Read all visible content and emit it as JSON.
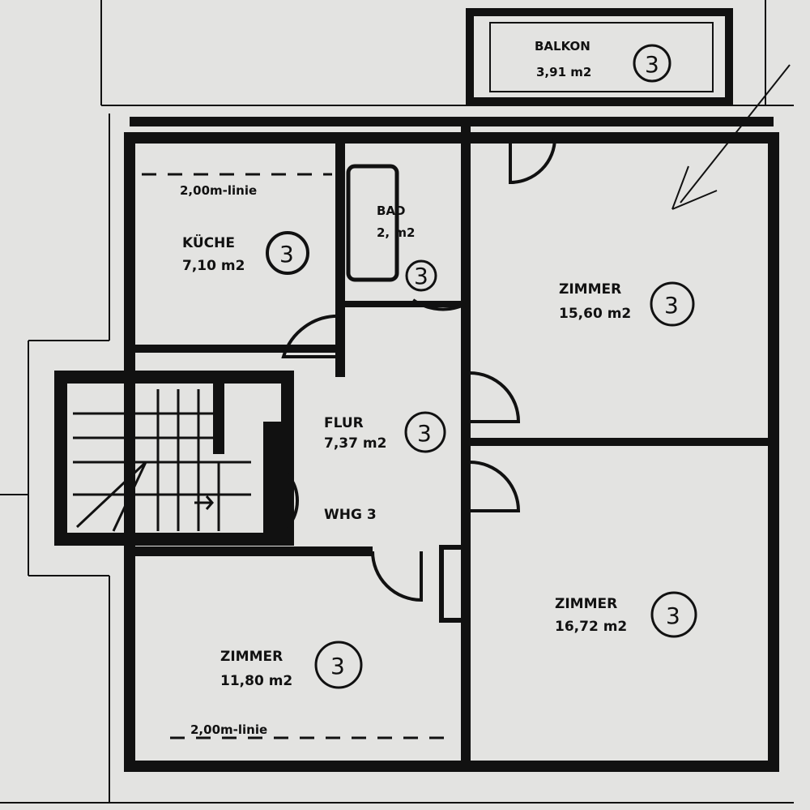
{
  "rooms": {
    "balkon": {
      "name": "BALKON",
      "area": "3,91 m2",
      "unit_mark": "3"
    },
    "kueche": {
      "name": "KÜCHE",
      "area": "7,10 m2",
      "unit_mark": "3",
      "note": "2,00m-linie"
    },
    "bad": {
      "name": "BAD",
      "area": "2,  m2",
      "unit_mark": "3"
    },
    "zimmer_ne": {
      "name": "ZIMMER",
      "area": "15,60 m2",
      "unit_mark": "3"
    },
    "flur": {
      "name": "FLUR",
      "area": "7,37 m2",
      "unit_mark": "3"
    },
    "zimmer_se": {
      "name": "ZIMMER",
      "area": "16,72 m2",
      "unit_mark": "3"
    },
    "zimmer_sw": {
      "name": "ZIMMER",
      "area": "11,80 m2",
      "unit_mark": "3",
      "note": "2,00m-linie"
    }
  },
  "apartment": "WHG 3",
  "colors": {
    "paper": "#e3e3e1",
    "ink": "#111111"
  }
}
